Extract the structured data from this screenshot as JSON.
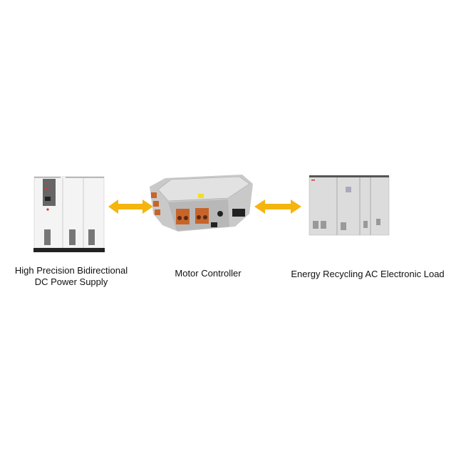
{
  "diagram": {
    "nodes": [
      {
        "label_line1": "High Precision Bidirectional",
        "label_line2": "DC Power Supply"
      },
      {
        "label": "Motor Controller"
      },
      {
        "label": "Energy Recycling AC Electronic Load"
      }
    ],
    "arrow_color": "#f5b50f",
    "connector_color": "#c8642a"
  }
}
